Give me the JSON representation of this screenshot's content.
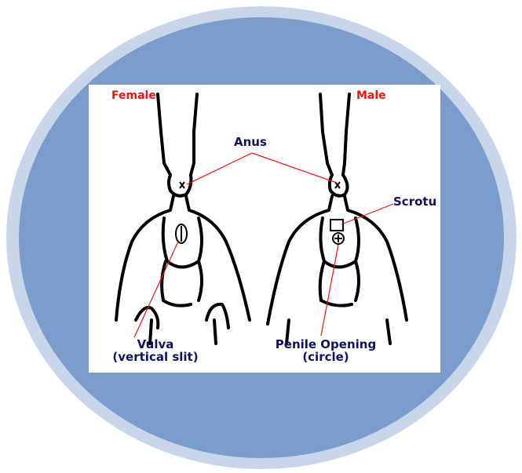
{
  "diagram": {
    "labels": {
      "female": "Female",
      "male": "Male",
      "anus": "Anus",
      "scrotum": "Scrotu",
      "vulva_line1": "Vulva",
      "vulva_line2": "(vertical slit)",
      "penile_line1": "Penile Opening",
      "penile_line2": "(circle)"
    },
    "colors": {
      "badge_outer": "#c9d6e9",
      "badge_inner": "#7a9dcd",
      "sex_label": "#ee1111",
      "part_label": "#10125e",
      "pointer_line": "#ee1111"
    }
  }
}
